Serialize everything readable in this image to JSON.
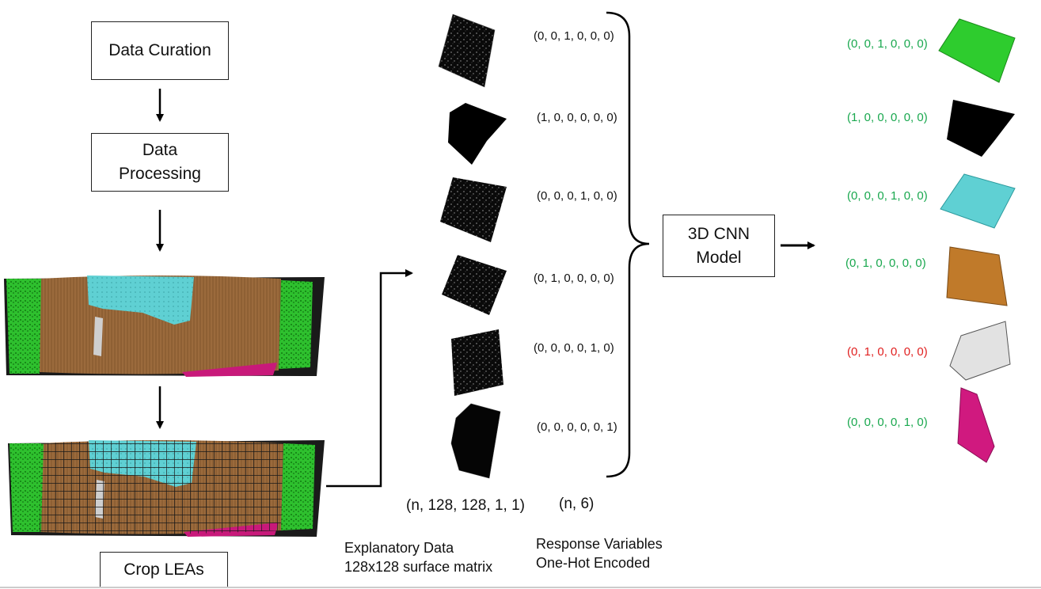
{
  "colors": {
    "green_label": "#1aa84f",
    "red_label": "#e02020",
    "surface_brown": "#9b6a3c",
    "surface_cyan": "#5fd0d3",
    "surface_green": "#2ec02e",
    "surface_magenta": "#c8197a",
    "surface_gray": "#d8d8d8",
    "surface_orange": "#c07a2a"
  },
  "pipeline": {
    "data_curation": "Data Curation",
    "data_processing_line1": "Data",
    "data_processing_line2": "Processing",
    "crop_leas": "Crop LEAs"
  },
  "input_vectors": [
    "(0, 0, 1, 0, 0, 0)",
    "(1, 0, 0, 0, 0, 0)",
    "(0, 0, 0, 1, 0, 0)",
    "(0, 1, 0, 0, 0, 0)",
    "(0, 0, 0, 0, 1, 0)",
    "(0, 0, 0, 0, 0, 1)"
  ],
  "shapes": {
    "input_shape": "(n, 128, 128, 1, 1)",
    "output_shape": "(n, 6)"
  },
  "captions": {
    "explanatory_line1": "Explanatory Data",
    "explanatory_line2": "128x128 surface matrix",
    "response_line1": "Response Variables",
    "response_line2": "One-Hot Encoded"
  },
  "model": {
    "line1": "3D CNN",
    "line2": "Model"
  },
  "predictions": [
    {
      "vector": "(0, 0, 1, 0, 0, 0)",
      "status": "correct",
      "surface_color": "green"
    },
    {
      "vector": "(1, 0, 0, 0, 0, 0)",
      "status": "correct",
      "surface_color": "black"
    },
    {
      "vector": "(0, 0, 0, 1, 0, 0)",
      "status": "correct",
      "surface_color": "cyan"
    },
    {
      "vector": "(0, 1, 0, 0, 0, 0)",
      "status": "correct",
      "surface_color": "orange"
    },
    {
      "vector": "(0, 1, 0, 0, 0, 0)",
      "status": "incorrect",
      "surface_color": "gray"
    },
    {
      "vector": "(0, 0, 0, 0, 1, 0)",
      "status": "correct",
      "surface_color": "magenta"
    }
  ]
}
